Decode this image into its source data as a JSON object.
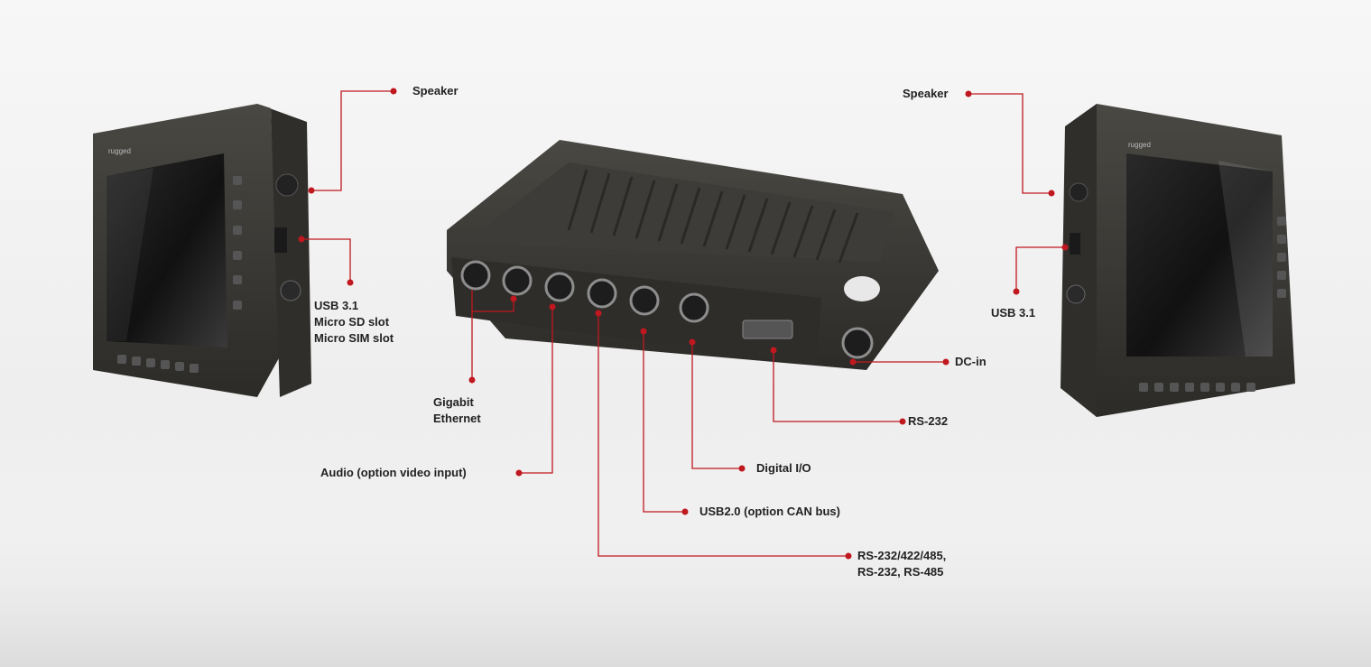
{
  "colors": {
    "accent": "#c0181f",
    "device_body": "#3b3a37",
    "screen": "#1c1c1c"
  },
  "devices": {
    "left_tablet": {
      "logo": "rugged"
    },
    "right_tablet": {
      "logo": "rugged"
    }
  },
  "labels": {
    "speaker_left": "Speaker",
    "usb_left": [
      "USB 3.1",
      "Micro SD slot",
      "Micro SIM slot"
    ],
    "gigabit": [
      "Gigabit",
      "Ethernet"
    ],
    "audio": "Audio (option video input)",
    "digital_io": "Digital I/O",
    "usb2": "USB2.0 (option CAN bus)",
    "rs_multi": [
      "RS-232/422/485,",
      "RS-232, RS-485"
    ],
    "rs232": "RS-232",
    "dcin": "DC-in",
    "speaker_right": "Speaker",
    "usb_right": "USB 3.1"
  }
}
